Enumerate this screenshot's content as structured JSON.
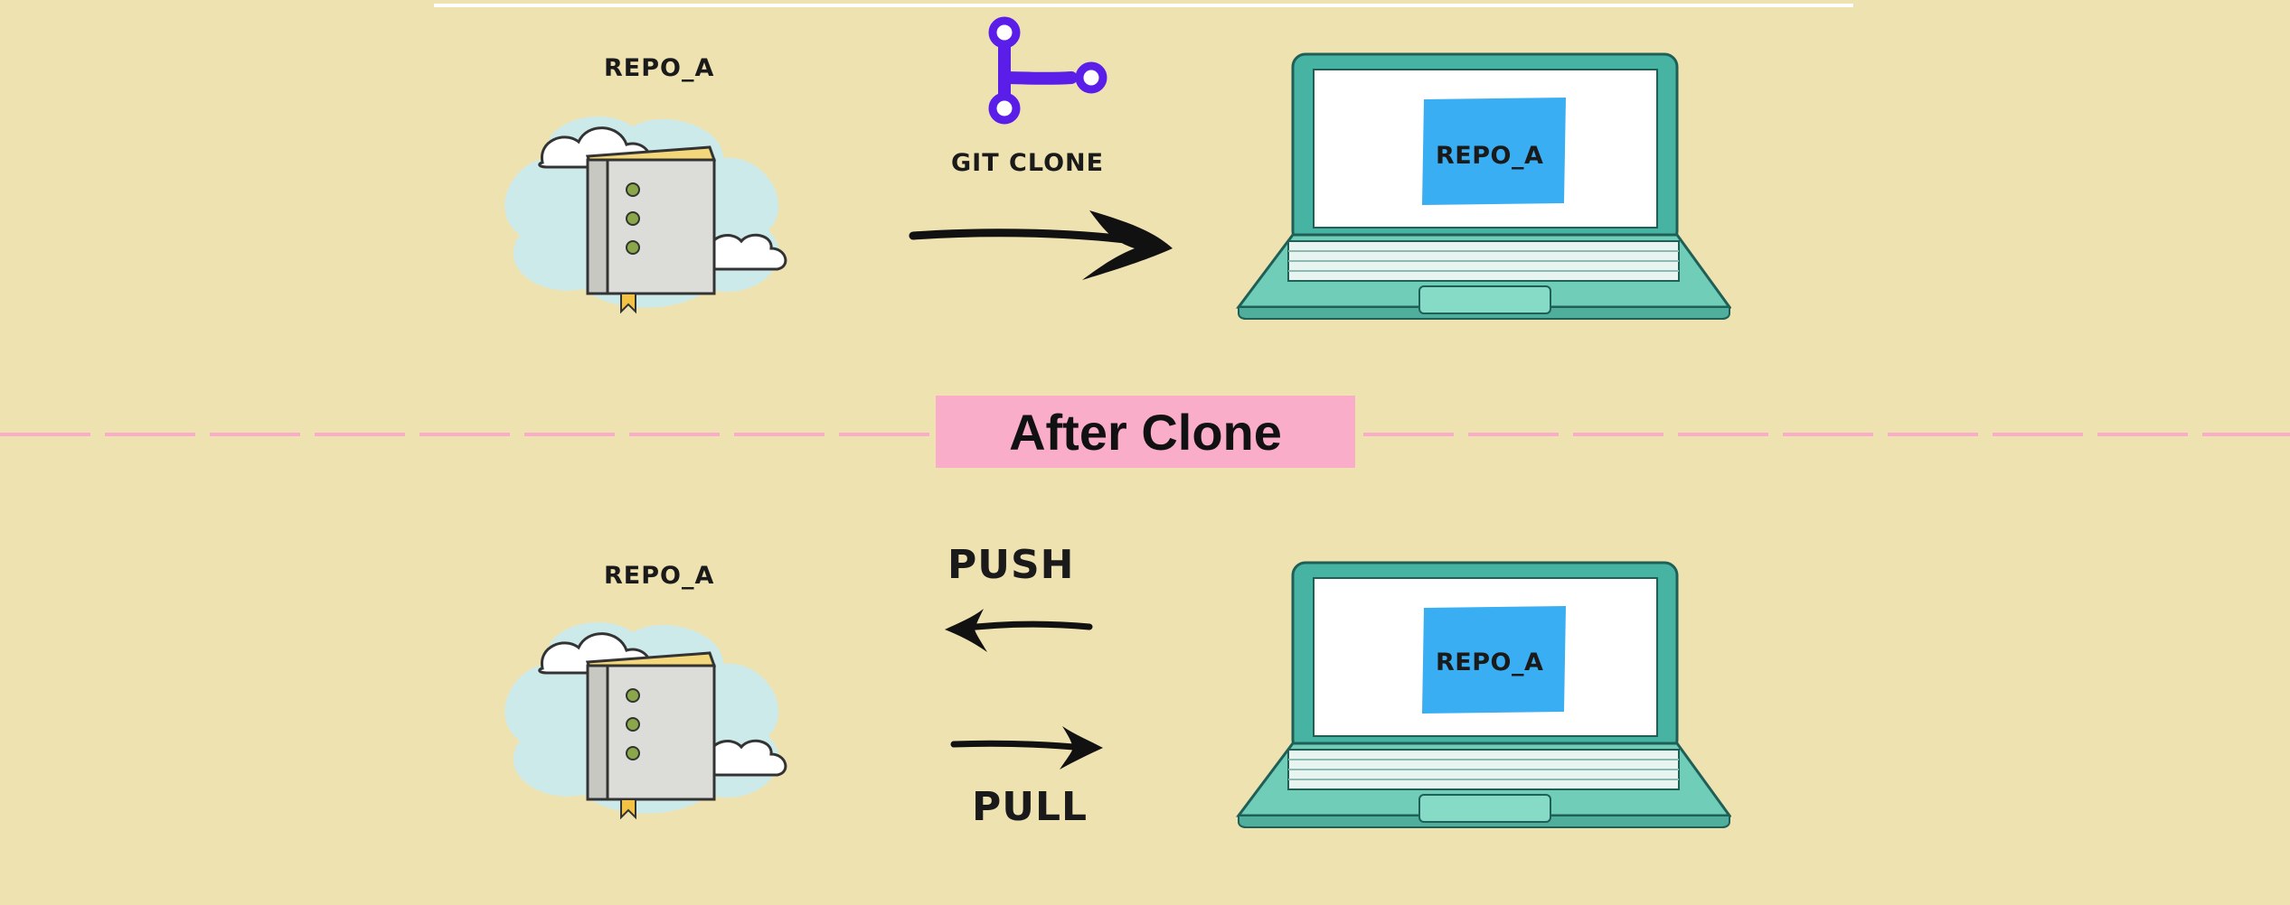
{
  "top_section": {
    "repo_label": "REPO_A",
    "git_icon": "git-branch-icon",
    "action_label": "GIT CLONE",
    "laptop_label": "REPO_A"
  },
  "divider": {
    "banner_text": "After Clone",
    "line_color": "#f9adc8"
  },
  "bottom_section": {
    "repo_label": "REPO_A",
    "push_label": "PUSH",
    "pull_label": "PULL",
    "laptop_label": "REPO_A"
  },
  "colors": {
    "background": "#efe2b1",
    "git_icon": "#5b1ee8",
    "laptop_body": "#6fcdb8",
    "screen_tile": "#3aaef2",
    "cloud": "#cdeaea"
  }
}
